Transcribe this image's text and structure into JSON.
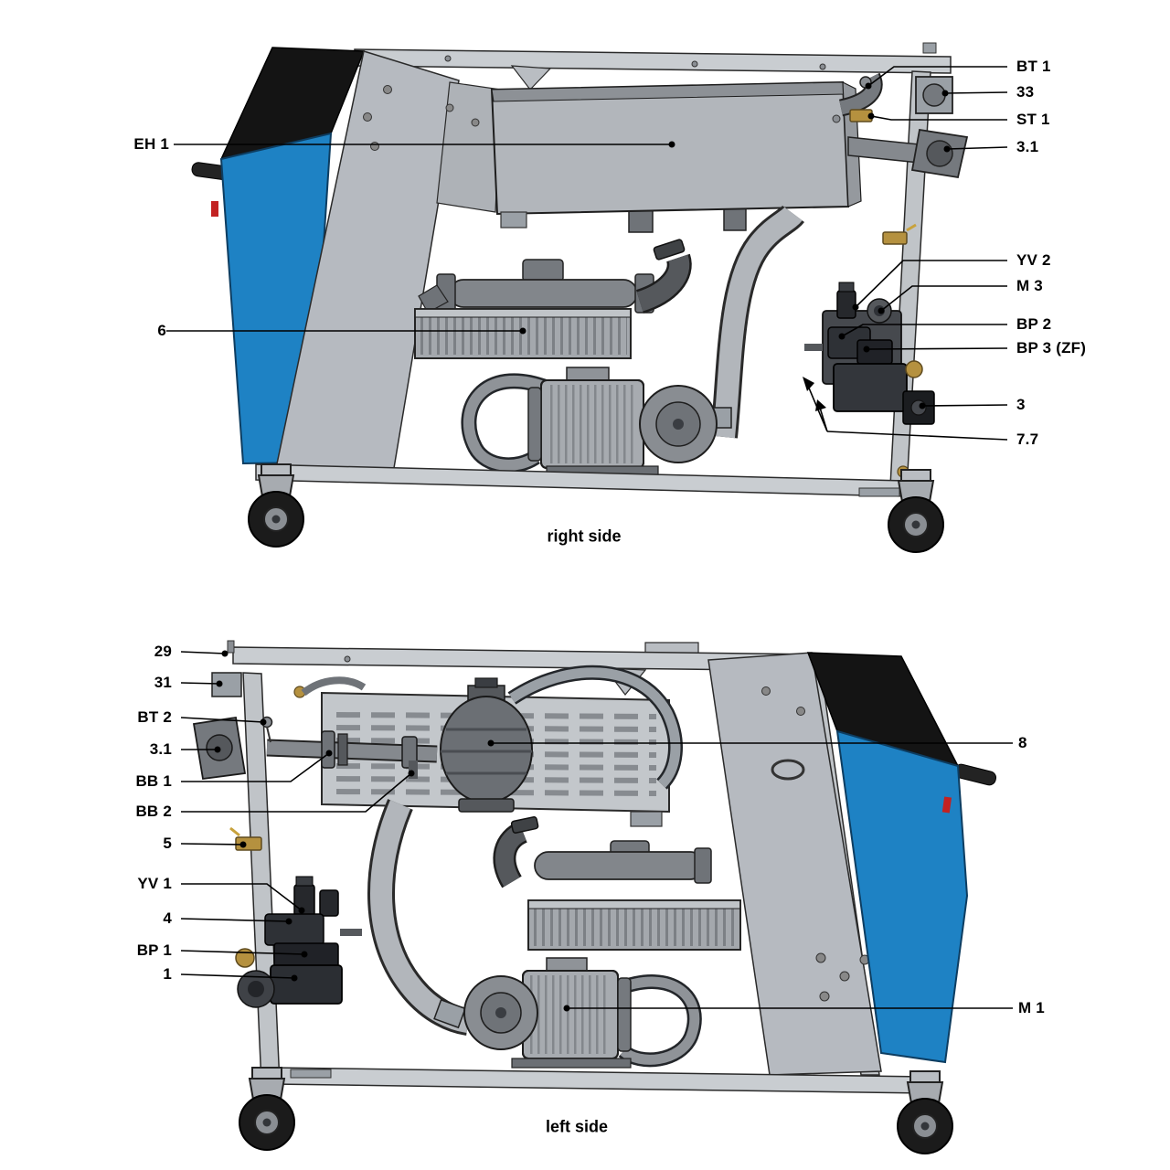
{
  "figure": {
    "title": "machine side views with part callouts",
    "views": [
      {
        "name": "right-side",
        "caption": "right side",
        "labels": [
          {
            "id": "EH1",
            "text": "EH 1"
          },
          {
            "id": "6",
            "text": "6"
          },
          {
            "id": "BT1",
            "text": "BT 1"
          },
          {
            "id": "33",
            "text": "33"
          },
          {
            "id": "ST1",
            "text": "ST 1"
          },
          {
            "id": "3.1",
            "text": "3.1"
          },
          {
            "id": "YV2",
            "text": "YV 2"
          },
          {
            "id": "M3",
            "text": "M 3"
          },
          {
            "id": "BP2",
            "text": "BP 2"
          },
          {
            "id": "BP3",
            "text": "BP 3 (ZF)"
          },
          {
            "id": "3",
            "text": "3"
          },
          {
            "id": "7.7",
            "text": "7.7"
          }
        ]
      },
      {
        "name": "left-side",
        "caption": "left side",
        "labels": [
          {
            "id": "29",
            "text": "29"
          },
          {
            "id": "31",
            "text": "31"
          },
          {
            "id": "BT2",
            "text": "BT 2"
          },
          {
            "id": "3.1",
            "text": "3.1"
          },
          {
            "id": "BB1",
            "text": "BB 1"
          },
          {
            "id": "BB2",
            "text": "BB 2"
          },
          {
            "id": "5",
            "text": "5"
          },
          {
            "id": "YV1",
            "text": "YV 1"
          },
          {
            "id": "4",
            "text": "4"
          },
          {
            "id": "BP1",
            "text": "BP 1"
          },
          {
            "id": "1",
            "text": "1"
          },
          {
            "id": "8",
            "text": "8"
          },
          {
            "id": "M1",
            "text": "M 1"
          }
        ]
      }
    ],
    "colors": {
      "hood_blue": "#1e82c4",
      "hood_black": "#141414",
      "frame_gray": "#c9cdd1",
      "panel_gray": "#b6bac0",
      "component_dark": "#2e3136",
      "brass": "#b5913f",
      "leader_line": "#000000"
    }
  }
}
